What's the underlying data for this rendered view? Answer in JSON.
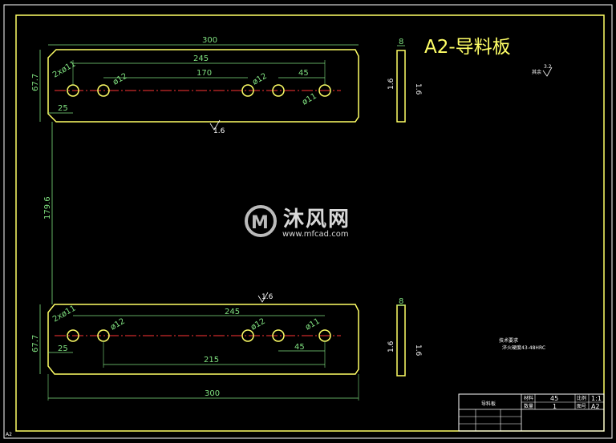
{
  "drawing": {
    "title": "A2-导料板",
    "sheet_code": "A2",
    "watermark": "沐风网",
    "watermark_url": "www.mfcad.com"
  },
  "top_part": {
    "overall_length": "300",
    "hole_span": "245",
    "inner_span": "170",
    "right_pitch": "45",
    "left_offset": "25",
    "height": "67.7",
    "label_2x11": "2xø11",
    "label_d12_left": "ø12",
    "label_d12_right": "ø12",
    "label_d11": "ø11",
    "roughness": "1.6"
  },
  "bottom_part": {
    "overall_length": "300",
    "hole_span": "245",
    "lower_span": "215",
    "right_pitch": "45",
    "left_offset": "25",
    "height": "67.7",
    "label_2x11": "2xø11",
    "label_d12_left": "ø12",
    "label_d12_right": "ø12",
    "label_d11": "ø11",
    "roughness": "1.6"
  },
  "between_distance": "179.6",
  "side_views": {
    "top_thickness": "8",
    "bottom_thickness": "8",
    "top_left_rough": "1.6",
    "top_right_rough": "1.6",
    "bottom_left_rough": "1.6",
    "bottom_right_rough": "1.6"
  },
  "notes": {
    "rough_other_label": "其余",
    "rough_other_value": "3.2",
    "tech_title": "技术要求",
    "tech_text": "淬火硬度43-48HRC"
  },
  "title_block": {
    "part_name": "导料板",
    "material_label": "材料",
    "material_value": "45",
    "scale_label": "比例",
    "scale_value": "1:1",
    "qty_label": "数量",
    "qty_value": "1",
    "drawing_no_label": "图号",
    "drawing_no_value": "A2"
  }
}
